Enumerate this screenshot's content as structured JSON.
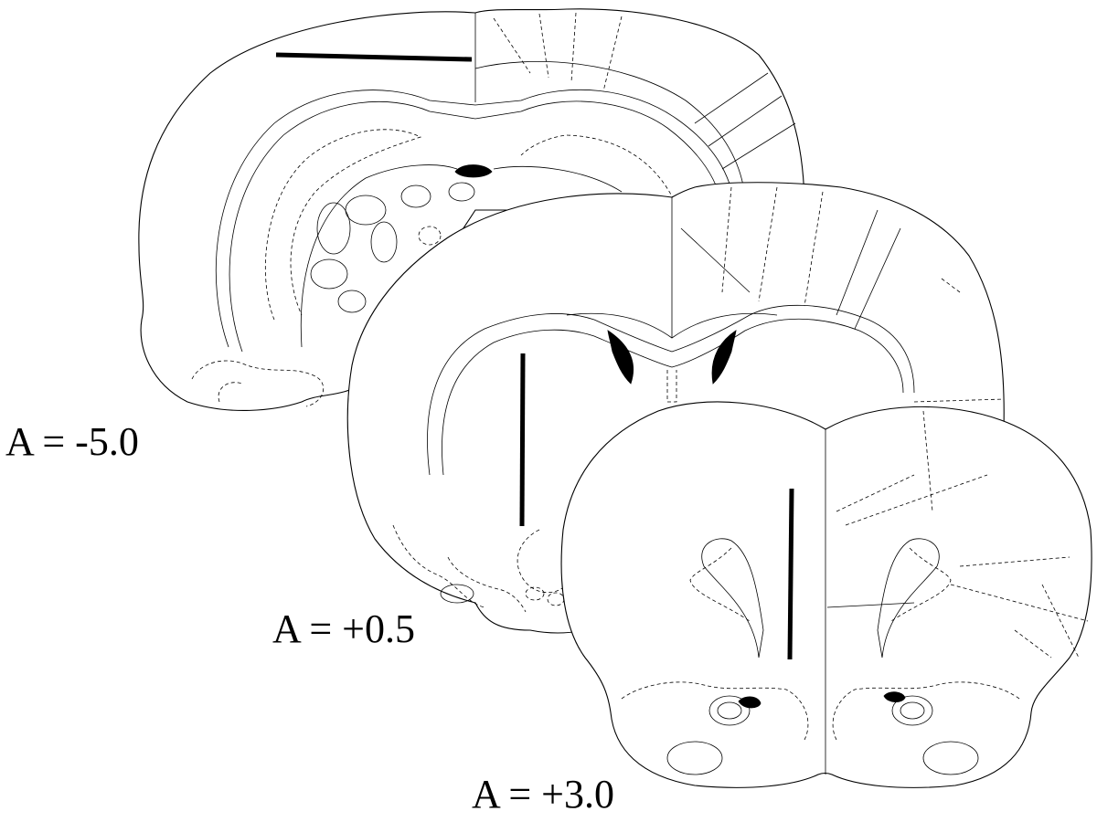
{
  "sections": [
    {
      "id": "section-posterior",
      "label": "A = -5.0"
    },
    {
      "id": "section-middle",
      "label": "A = +0.5"
    },
    {
      "id": "section-anterior",
      "label": "A = +3.0"
    }
  ]
}
